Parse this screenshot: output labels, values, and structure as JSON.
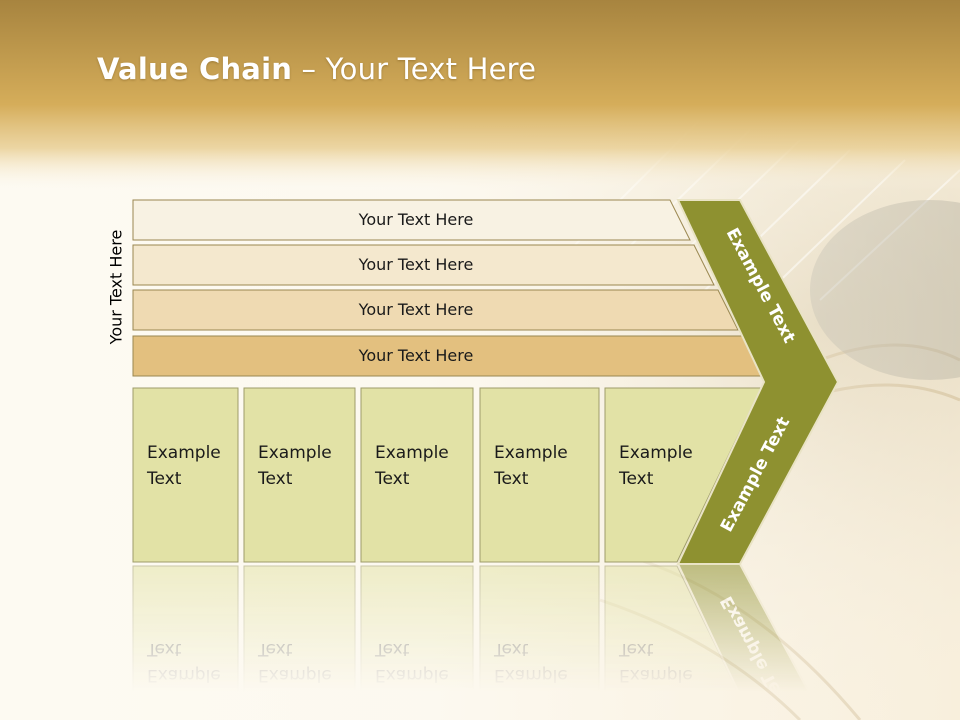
{
  "title": {
    "bold": "Value Chain",
    "rest": " – Your Text Here"
  },
  "side_label": "Your Text Here",
  "rows": [
    {
      "label": "Your Text Here",
      "fill": "#f8f2e3"
    },
    {
      "label": "Your Text Here",
      "fill": "#f4e8ce"
    },
    {
      "label": "Your Text Here",
      "fill": "#efdab2"
    },
    {
      "label": "Your Text Here",
      "fill": "#e3c07f"
    }
  ],
  "boxes": [
    {
      "line1": "Example",
      "line2": "Text"
    },
    {
      "line1": "Example",
      "line2": "Text"
    },
    {
      "line1": "Example",
      "line2": "Text"
    },
    {
      "line1": "Example",
      "line2": "Text"
    },
    {
      "line1": "Example",
      "line2": "Text"
    }
  ],
  "chevron": {
    "upper_label": "Example Text",
    "lower_label": "Example Text"
  },
  "colors": {
    "header": "#c9a04a",
    "box_fill": "#e2e2a6",
    "box_stroke": "#9e9c6a",
    "row_stroke": "#9a8750",
    "chevron": "#8e9130",
    "chevron_border": "#e9e3c5"
  }
}
